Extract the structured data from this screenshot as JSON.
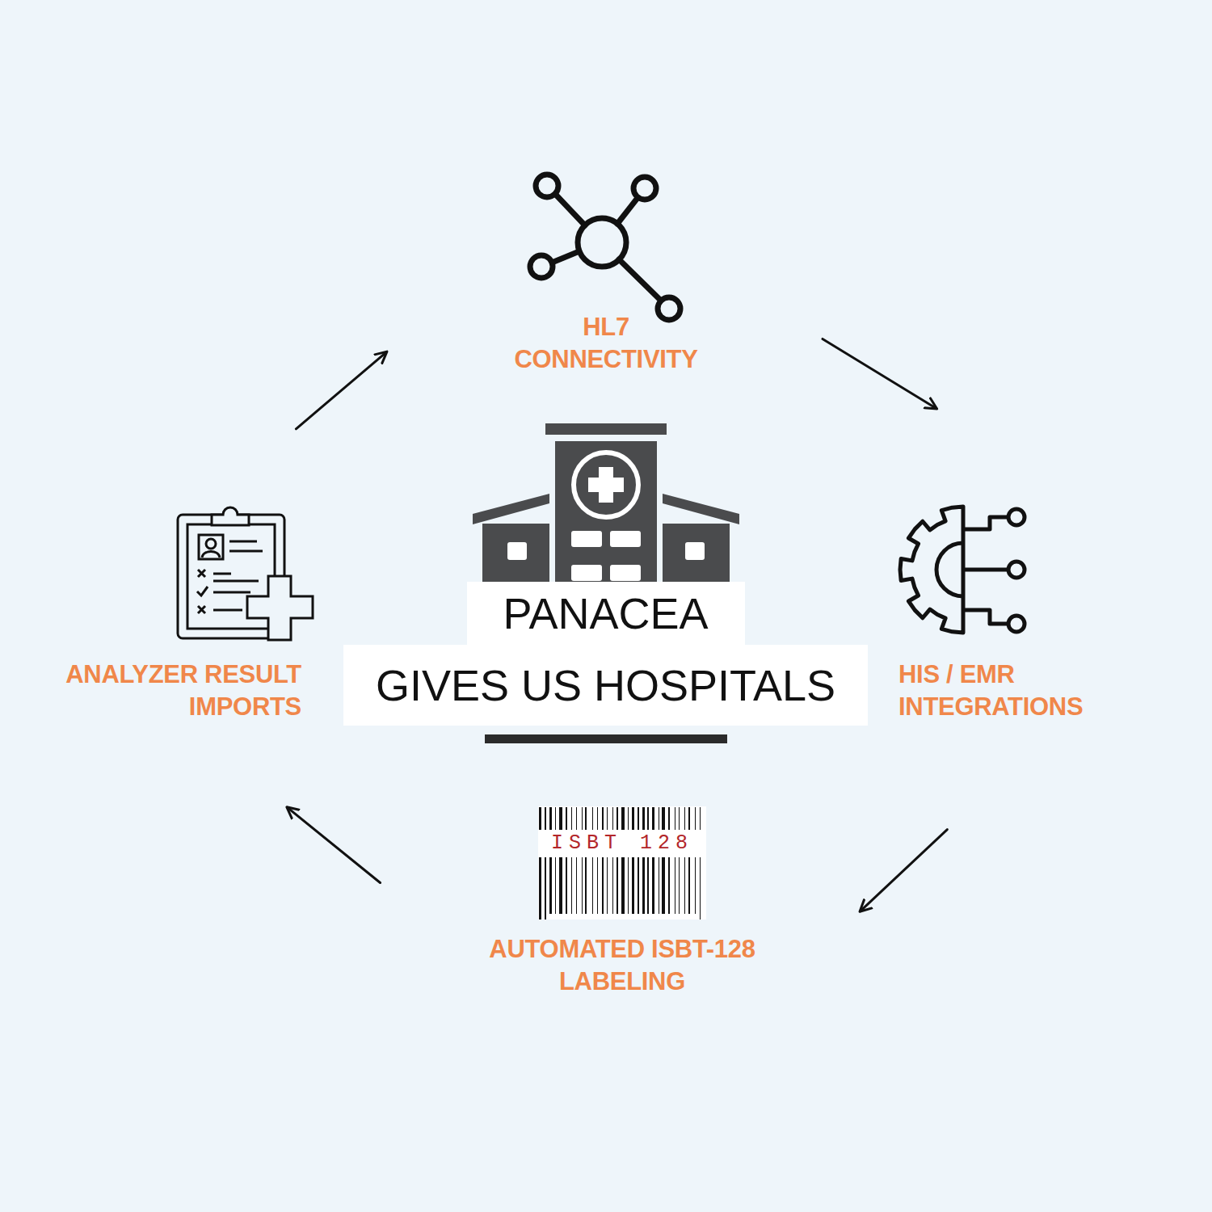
{
  "diagram": {
    "nodes": [
      {
        "text": [
          "HL7 CONNECTIVITY"
        ]
      },
      {
        "text": [
          "ANALYZER RESULT IMPORTS"
        ]
      },
      {
        "text": [
          "PANACEA",
          "GIVES US HOSPITALS"
        ]
      },
      {
        "text": [
          "HIS / EMR INTEGRATIONS"
        ]
      },
      {
        "text": [
          "AUTOMATED ISBT-128 LABELING"
        ]
      }
    ],
    "edges": [
      {
        "from": 1,
        "to": 0,
        "arrow": "to"
      },
      {
        "from": 0,
        "to": 3,
        "arrow": "to"
      },
      {
        "from": 3,
        "to": 4,
        "arrow": "to"
      },
      {
        "from": 4,
        "to": 1,
        "arrow": "to"
      }
    ],
    "labels": [
      "ISBT 128"
    ]
  }
}
